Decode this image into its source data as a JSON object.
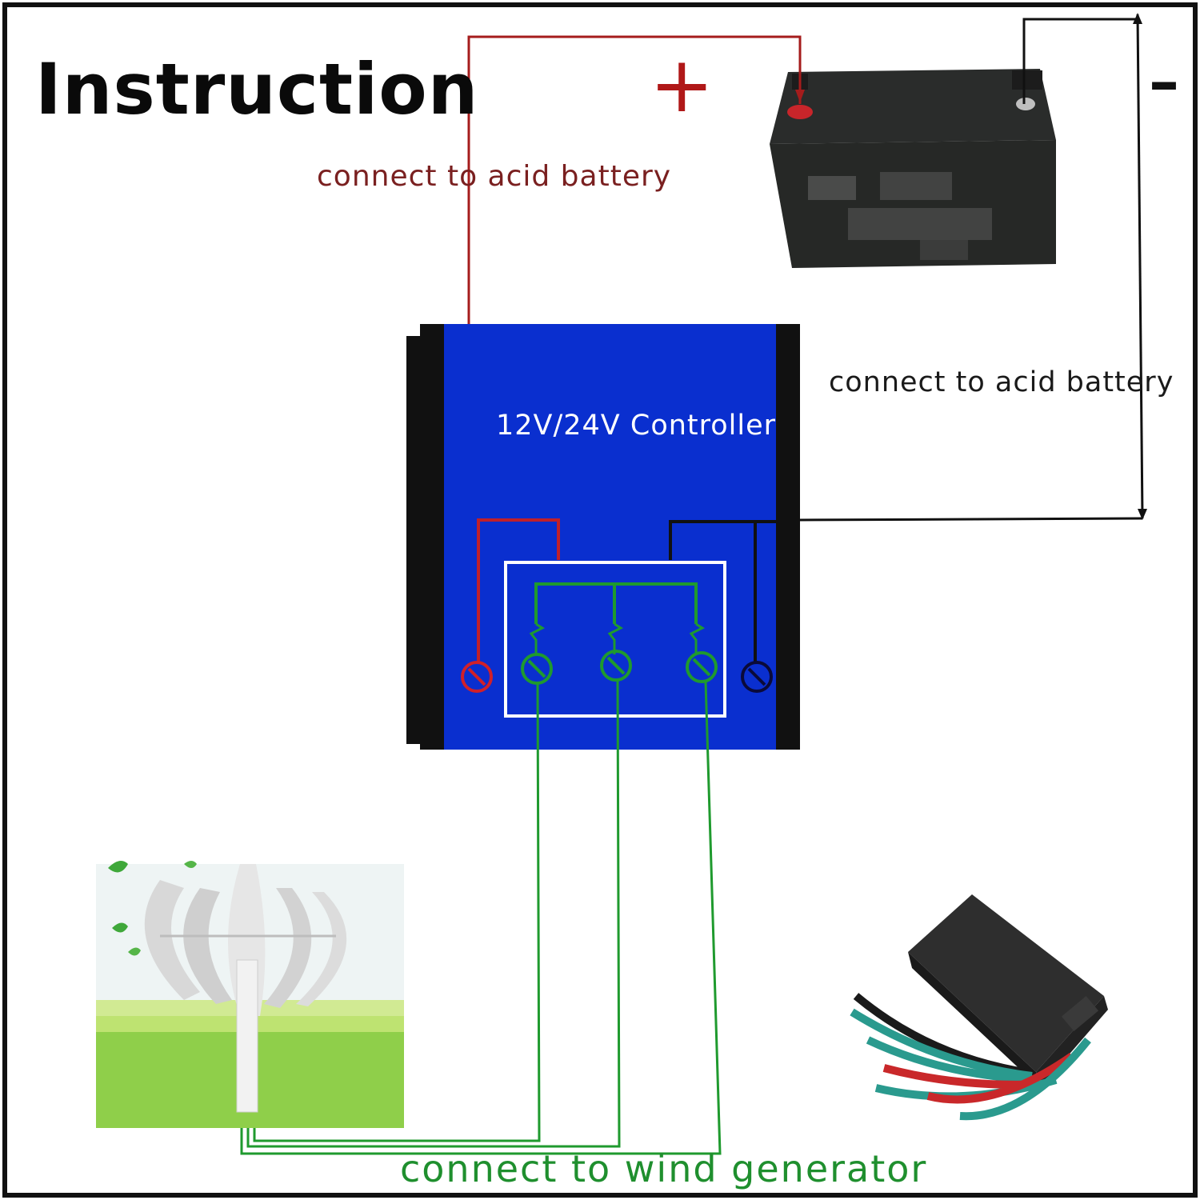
{
  "title": "Instruction",
  "battery": {
    "plus_symbol": "+",
    "minus_symbol": "–",
    "wire_color_positive": "#a51c1c",
    "wire_color_negative": "#111111"
  },
  "labels": {
    "battery_top": "connect to acid battery",
    "battery_right": "connect to acid battery",
    "controller": "12V/24V Controller",
    "wind": "connect to wind generator"
  },
  "colors": {
    "controller_body": "#0a2fcf",
    "ac_wire": "#1f9a2e",
    "frame": "#111111"
  },
  "icons": [
    "battery-icon",
    "controller-icon",
    "wind-turbine-icon",
    "controller-photo-icon",
    "terminal-screw-icon",
    "leaf-icon"
  ]
}
